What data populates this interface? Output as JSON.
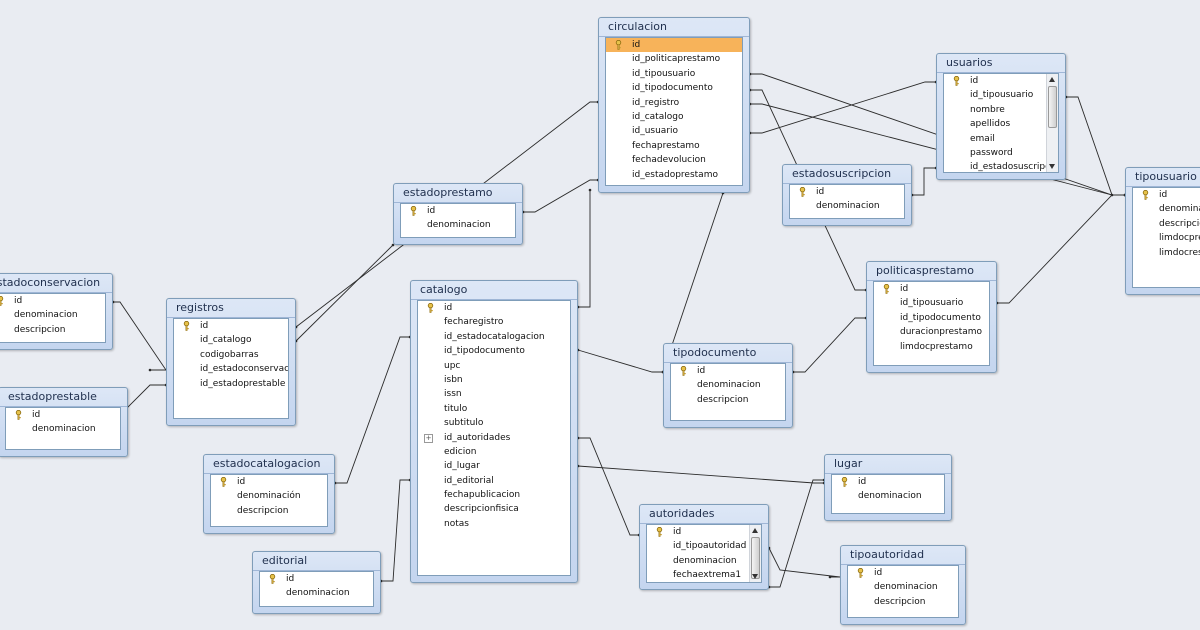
{
  "tables": [
    {
      "id": "circulacion",
      "title": "circulacion",
      "fields": [
        "id",
        "id_politicaprestamo",
        "id_tipousuario",
        "id_tipodocumento",
        "id_registro",
        "id_catalogo",
        "id_usuario",
        "fechaprestamo",
        "fechadevolucion",
        "id_estadoprestamo"
      ],
      "pk": [
        0
      ],
      "selected": 0
    },
    {
      "id": "usuarios",
      "title": "usuarios",
      "fields": [
        "id",
        "id_tipousuario",
        "nombre",
        "apellidos",
        "email",
        "password",
        "id_estadosuscripcion"
      ],
      "pk": [
        0
      ],
      "scroll": true
    },
    {
      "id": "tipousuario",
      "title": "tipousuario",
      "fields": [
        "id",
        "denominacion",
        "descripcion",
        "limdocprestamo",
        "limdocreserva"
      ],
      "pk": [
        0
      ]
    },
    {
      "id": "estadosuscripcion",
      "title": "estadosuscripcion",
      "fields": [
        "id",
        "denominacion"
      ],
      "pk": [
        0
      ]
    },
    {
      "id": "estadoprestamo",
      "title": "estadoprestamo",
      "fields": [
        "id",
        "denominacion"
      ],
      "pk": [
        0
      ]
    },
    {
      "id": "estadoconservacion",
      "title": "estadoconservacion",
      "fields": [
        "id",
        "denominacion",
        "descripcion"
      ],
      "pk": [
        0
      ]
    },
    {
      "id": "registros",
      "title": "registros",
      "fields": [
        "id",
        "id_catalogo",
        "codigobarras",
        "id_estadoconservacion",
        "id_estadoprestable"
      ],
      "pk": [
        0
      ]
    },
    {
      "id": "estadoprestable",
      "title": "estadoprestable",
      "fields": [
        "id",
        "denominacion"
      ],
      "pk": [
        0
      ]
    },
    {
      "id": "catalogo",
      "title": "catalogo",
      "fields": [
        "id",
        "fecharegistro",
        "id_estadocatalogacion",
        "id_tipodocumento",
        "upc",
        "isbn",
        "issn",
        "titulo",
        "subtitulo",
        "id_autoridades",
        "edicion",
        "id_lugar",
        "id_editorial",
        "fechapublicacion",
        "descripcionfisica",
        "notas"
      ],
      "pk": [
        0
      ],
      "expand": [
        9
      ]
    },
    {
      "id": "politicasprestamo",
      "title": "politicasprestamo",
      "fields": [
        "id",
        "id_tipousuario",
        "id_tipodocumento",
        "duracionprestamo",
        "limdocprestamo"
      ],
      "pk": [
        0
      ]
    },
    {
      "id": "tipodocumento",
      "title": "tipodocumento",
      "fields": [
        "id",
        "denominacion",
        "descripcion"
      ],
      "pk": [
        0
      ]
    },
    {
      "id": "estadocatalogacion",
      "title": "estadocatalogacion",
      "fields": [
        "id",
        "denominación",
        "descripcion"
      ],
      "pk": [
        0
      ]
    },
    {
      "id": "lugar",
      "title": "lugar",
      "fields": [
        "id",
        "denominacion"
      ],
      "pk": [
        0
      ]
    },
    {
      "id": "autoridades",
      "title": "autoridades",
      "fields": [
        "id",
        "id_tipoautoridad",
        "denominacion",
        "fechaextrema1"
      ],
      "pk": [
        0
      ],
      "scroll": true
    },
    {
      "id": "editorial",
      "title": "editorial",
      "fields": [
        "id",
        "denominacion"
      ],
      "pk": [
        0
      ]
    },
    {
      "id": "tipoautoridad",
      "title": "tipoautoridad",
      "fields": [
        "id",
        "denominacion",
        "descripcion"
      ],
      "pk": [
        0
      ]
    }
  ],
  "relationships": [
    [
      "estadoconservacion",
      "registros"
    ],
    [
      "estadoprestable",
      "registros"
    ],
    [
      "registros",
      "circulacion"
    ],
    [
      "registros",
      "estadoprestamo"
    ],
    [
      "estadoprestamo",
      "circulacion"
    ],
    [
      "catalogo",
      "circulacion"
    ],
    [
      "catalogo",
      "tipodocumento"
    ],
    [
      "estadocatalogacion",
      "catalogo"
    ],
    [
      "editorial",
      "catalogo"
    ],
    [
      "catalogo",
      "lugar"
    ],
    [
      "catalogo",
      "autoridades"
    ],
    [
      "autoridades",
      "tipoautoridad"
    ],
    [
      "autoridades",
      "lugar"
    ],
    [
      "circulacion",
      "usuarios"
    ],
    [
      "circulacion",
      "tipousuario"
    ],
    [
      "circulacion",
      "estadosuscripcion"
    ],
    [
      "circulacion",
      "tipodocumento"
    ],
    [
      "usuarios",
      "tipousuario"
    ],
    [
      "usuarios",
      "estadosuscripcion"
    ],
    [
      "tipousuario",
      "politicasprestamo"
    ],
    [
      "politicasprestamo",
      "estadosuscripcion"
    ],
    [
      "politicasprestamo",
      "tipodocumento"
    ]
  ]
}
